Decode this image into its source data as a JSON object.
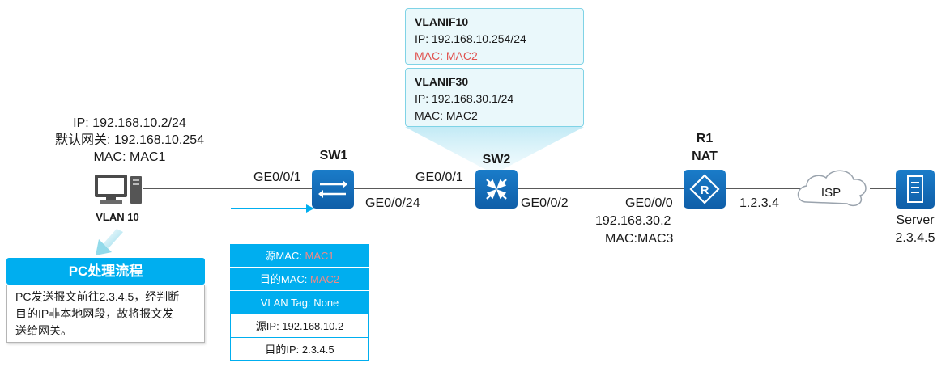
{
  "vlanif10": {
    "name": "VLANIF10",
    "ip": "IP: 192.168.10.254/24",
    "mac": "MAC: MAC2"
  },
  "vlanif30": {
    "name": "VLANIF30",
    "ip": "IP: 192.168.30.1/24",
    "mac": "MAC: MAC2"
  },
  "pc": {
    "ip": "IP: 192.168.10.2/24",
    "gateway": "默认网关: 192.168.10.254",
    "mac": "MAC: MAC1",
    "vlan": "VLAN 10"
  },
  "sw1": {
    "name": "SW1",
    "port_left": "GE0/0/1",
    "port_right": "GE0/0/24"
  },
  "sw2": {
    "name": "SW2",
    "port_left": "GE0/0/1",
    "port_right": "GE0/0/2"
  },
  "r1": {
    "name": "R1",
    "role": "NAT",
    "port": "GE0/0/0",
    "ip": "192.168.30.2",
    "mac": "MAC:MAC3",
    "wan_ip": "1.2.3.4"
  },
  "isp": {
    "label": "ISP"
  },
  "server": {
    "name": "Server",
    "ip": "2.3.4.5"
  },
  "process": {
    "title": "PC处理流程",
    "lines": [
      "PC发送报文前往2.3.4.5，经判断",
      "目的IP非本地网段，故将报文发",
      "送给网关。"
    ]
  },
  "frame": {
    "src_mac_label": "源MAC: ",
    "src_mac_value": "MAC1",
    "dst_mac_label": "目的MAC: ",
    "dst_mac_value": "MAC2",
    "vlan_tag": "VLAN Tag: None",
    "src_ip": "源IP: 192.168.10.2",
    "dst_ip": "目的IP: 2.3.4.5"
  },
  "colors": {
    "accent": "#00aeef",
    "device": "#0f5ea8",
    "highlight": "#e0524f"
  }
}
